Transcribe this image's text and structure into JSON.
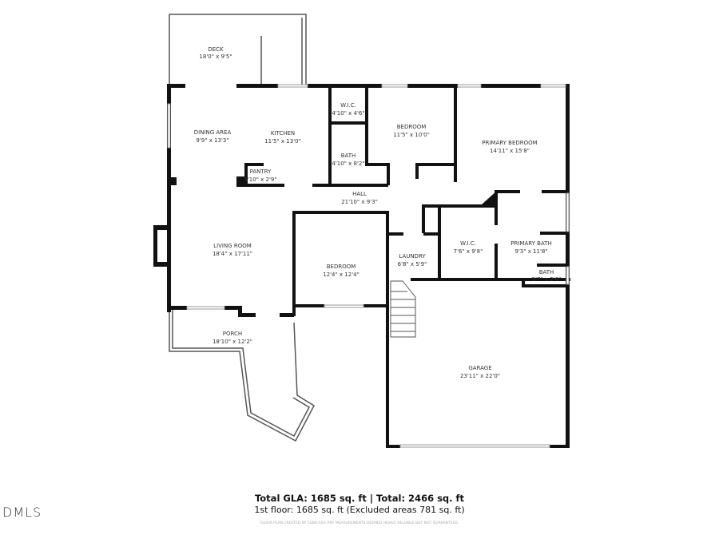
{
  "rooms": {
    "deck": {
      "name": "DECK",
      "dims": "18'0\" x 9'5\""
    },
    "dining": {
      "name": "DINING AREA",
      "dims": "9'9\" x 13'3\""
    },
    "kitchen": {
      "name": "KITCHEN",
      "dims": "11'5\" x 13'0\""
    },
    "pantry": {
      "name": "PANTRY",
      "dims": "2'10\" x 2'9\""
    },
    "wic1": {
      "name": "W.I.C.",
      "dims": "4'10\" x 4'6\""
    },
    "bath1": {
      "name": "BATH",
      "dims": "4'10\" x 8'2\""
    },
    "bedroom1": {
      "name": "BEDROOM",
      "dims": "11'5\" x 10'0\""
    },
    "primary_bedroom": {
      "name": "PRIMARY BEDROOM",
      "dims": "14'11\" x 15'8\""
    },
    "hall": {
      "name": "HALL",
      "dims": "21'10\" x 9'3\""
    },
    "living": {
      "name": "LIVING ROOM",
      "dims": "18'4\" x 17'11\""
    },
    "bedroom2": {
      "name": "BEDROOM",
      "dims": "12'4\" x 12'4\""
    },
    "laundry": {
      "name": "LAUNDRY",
      "dims": "6'8\" x 5'9\""
    },
    "wic2": {
      "name": "W.I.C.",
      "dims": "7'6\" x 9'8\""
    },
    "primary_bath": {
      "name": "PRIMARY BATH",
      "dims": "9'3\" x 11'8\""
    },
    "bath2": {
      "name": "BATH",
      "dims": "5'7\" x 2'6\""
    },
    "porch": {
      "name": "PORCH",
      "dims": "18'10\" x 12'2\""
    },
    "garage": {
      "name": "GARAGE",
      "dims": "23'11\" x 22'0\""
    }
  },
  "summary": {
    "totals": "Total GLA: 1685 sq. ft | Total: 2466 sq. ft",
    "floor": "1st floor: 1685 sq. ft (Excluded areas 781 sq. ft)",
    "disclaimer": "FLOOR PLAN CREATED BY CUBICASA APP. MEASUREMENTS DEEMED HIGHLY RELIABLE BUT NOT GUARANTEED."
  },
  "logo": "DMLS"
}
